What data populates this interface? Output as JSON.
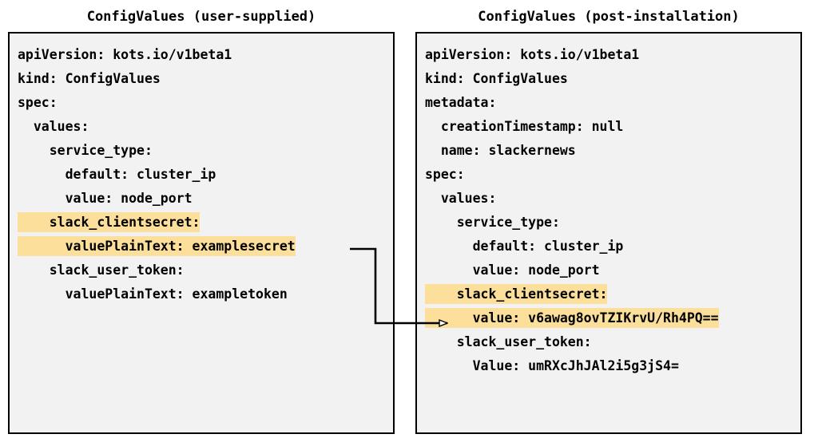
{
  "figure": {
    "title_left": "ConfigValues (user-supplied)",
    "title_right": "ConfigValues (post-installation)",
    "highlight_color": "#FBDF9B",
    "panel_background": "#F2F2F2",
    "border_color": "#000000",
    "text_color": "#000000"
  },
  "left_panel": {
    "title": "ConfigValues (user-supplied)",
    "lines": [
      {
        "text": "apiVersion: kots.io/v1beta1",
        "highlight": false
      },
      {
        "text": "kind: ConfigValues",
        "highlight": false
      },
      {
        "text": "spec:",
        "highlight": false
      },
      {
        "text": "  values:",
        "highlight": false
      },
      {
        "text": "    service_type:",
        "highlight": false
      },
      {
        "text": "      default: cluster_ip",
        "highlight": false
      },
      {
        "text": "      value: node_port",
        "highlight": false
      },
      {
        "text": "    slack_clientsecret:",
        "highlight": true
      },
      {
        "text": "      valuePlainText: examplesecret",
        "highlight": true
      },
      {
        "text": "    slack_user_token:",
        "highlight": false
      },
      {
        "text": "      valuePlainText: exampletoken",
        "highlight": false
      }
    ]
  },
  "right_panel": {
    "title": "ConfigValues (post-installation)",
    "lines": [
      {
        "text": "apiVersion: kots.io/v1beta1",
        "highlight": false
      },
      {
        "text": "kind: ConfigValues",
        "highlight": false
      },
      {
        "text": "metadata:",
        "highlight": false
      },
      {
        "text": "  creationTimestamp: null",
        "highlight": false
      },
      {
        "text": "  name: slackernews",
        "highlight": false
      },
      {
        "text": "spec:",
        "highlight": false
      },
      {
        "text": "  values:",
        "highlight": false
      },
      {
        "text": "    service_type:",
        "highlight": false
      },
      {
        "text": "      default: cluster_ip",
        "highlight": false
      },
      {
        "text": "      value: node_port",
        "highlight": false
      },
      {
        "text": "    slack_clientsecret:",
        "highlight": true
      },
      {
        "text": "      value: v6awag8ovTZIKrvU/Rh4PQ==",
        "highlight": true
      },
      {
        "text": "    slack_user_token:",
        "highlight": false
      },
      {
        "text": "      Value: umRXcJhJAl2i5g3jS4=",
        "highlight": false
      }
    ]
  },
  "connector": {
    "description": "arrow from user-supplied valuePlainText line to post-installation value line",
    "arrowhead": "open-triangle-right"
  }
}
